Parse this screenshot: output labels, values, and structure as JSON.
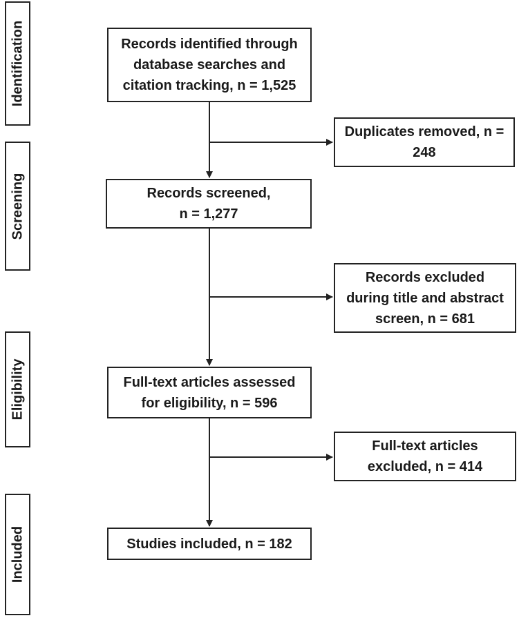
{
  "stages": {
    "identification": "Identification",
    "screening": "Screening",
    "eligibility": "Eligibility",
    "included": "Included"
  },
  "boxes": {
    "identified": "Records identified through\ndatabase searches and\ncitation tracking, n = 1,525",
    "duplicates": "Duplicates removed, n =\n248",
    "screened": "Records screened,\nn = 1,277",
    "excluded_title_abstract": "Records excluded\nduring title and abstract\nscreen, n = 681",
    "fulltext_assessed": "Full-text articles assessed\nfor eligibility, n = 596",
    "fulltext_excluded": "Full-text articles\nexcluded, n = 414",
    "included": "Studies included, n = 182"
  }
}
